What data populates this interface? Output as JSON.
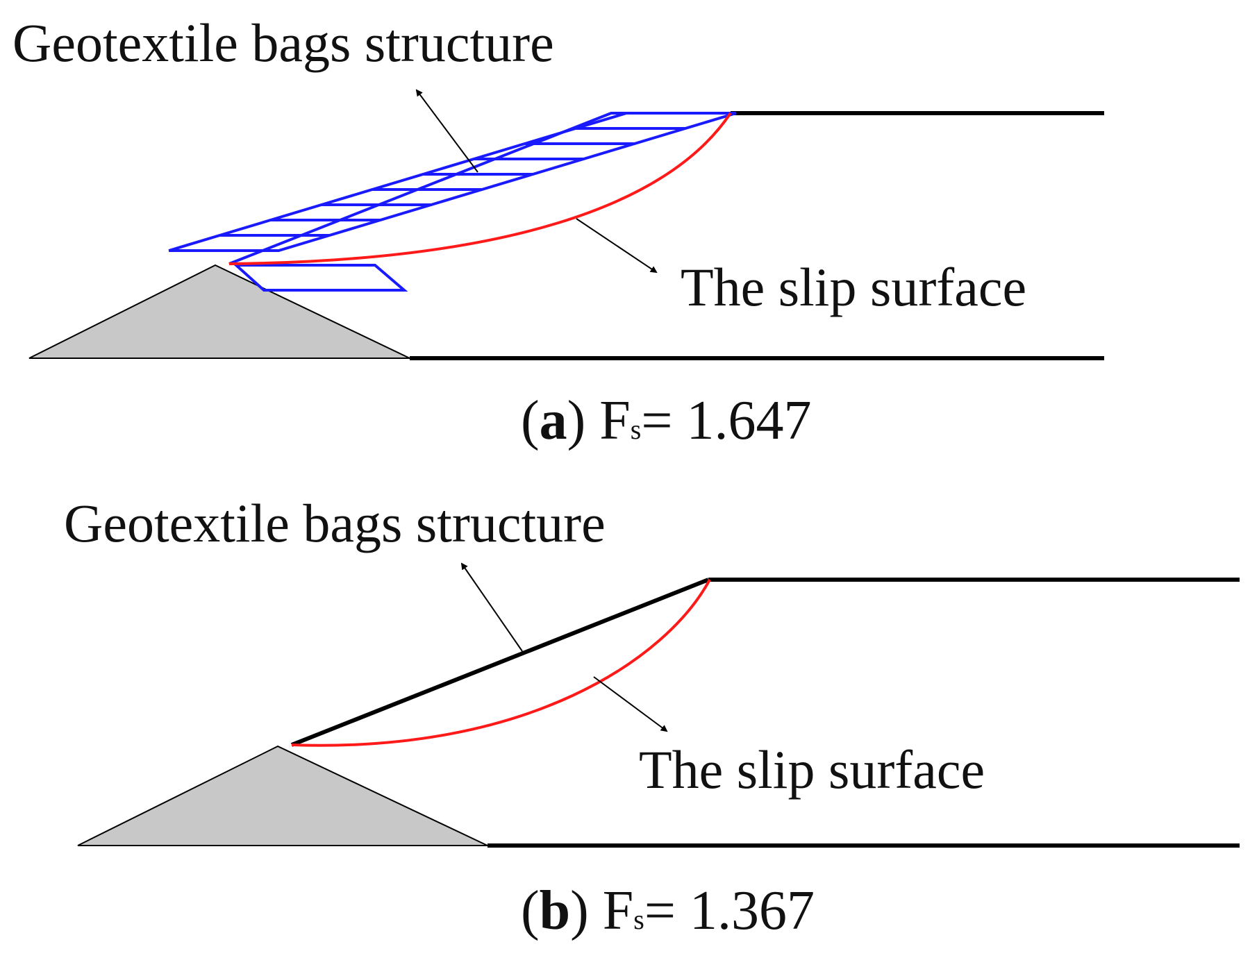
{
  "panel_a": {
    "structure_label": "Geotextile bags structure",
    "slip_label": "The slip surface",
    "caption": {
      "letter": "a",
      "symbol": "F",
      "subscript": "s",
      "value": "= 1.647"
    }
  },
  "panel_b": {
    "structure_label": "Geotextile bags structure",
    "slip_label": "The slip surface",
    "caption": {
      "letter": "b",
      "symbol": "F",
      "subscript": "s",
      "value": "= 1.367"
    }
  },
  "colors": {
    "ground": "#000000",
    "bags": "#1a1aff",
    "slip": "#ff1a1a",
    "toe": "#c8c8c8"
  }
}
